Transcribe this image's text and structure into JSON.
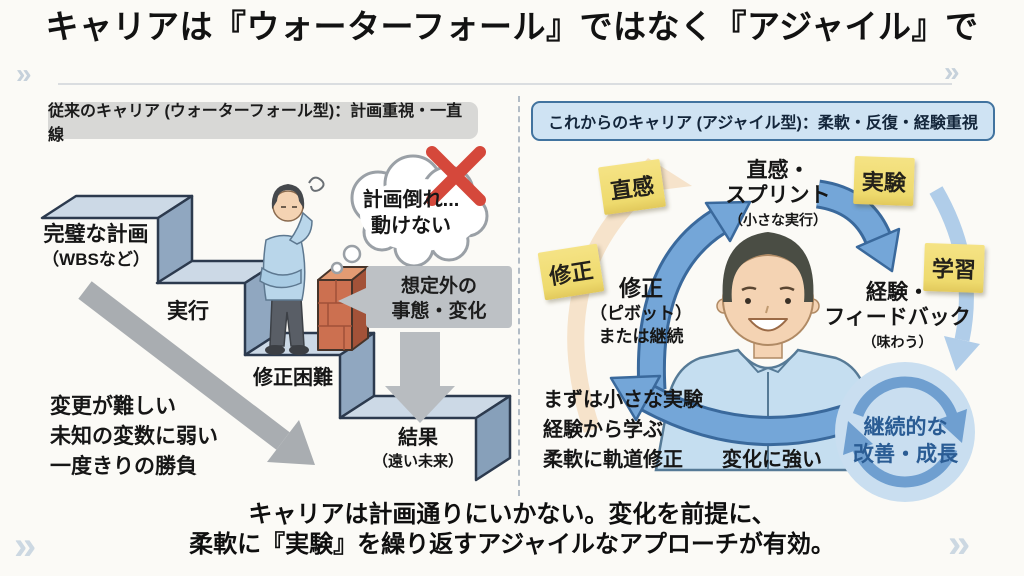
{
  "title": "キャリアは『ウォーターフォール』ではなく『アジャイル』で",
  "icons": {
    "double_chevron": "»"
  },
  "colors": {
    "accent_blue": "#74a6d8",
    "sticky_yellow": "#f1dd74",
    "error_red": "#d5483b",
    "growth_blue": "#2a5c94",
    "gray_arrow": "#a9adb1"
  },
  "left_panel": {
    "header": "従来のキャリア (ウォーターフォール型)：計画重視・一直線",
    "plan_line1": "完璧な計画",
    "plan_line2": "（WBSなど）",
    "execute": "実行",
    "fix_difficult": "修正困難",
    "result_line1": "結果",
    "result_line2": "（遠い未来）",
    "bubble_line1": "計画倒れ...",
    "bubble_line2": "動けない",
    "callout_line1": "想定外の",
    "callout_line2": "事態・変化",
    "drawbacks": [
      "変更が難しい",
      "未知の変数に弱い",
      "一度きりの勝負"
    ]
  },
  "right_panel": {
    "header": "これからのキャリア (アジャイル型)：柔軟・反復・経験重視",
    "sticky_notes": [
      "直感",
      "実験",
      "学習",
      "修正"
    ],
    "sprint_line1": "直感・",
    "sprint_line2": "スプリント",
    "sprint_line3": "（小さな実行）",
    "feedback_line1": "経験・",
    "feedback_line2": "フィードバック",
    "feedback_line3": "（味わう）",
    "pivot_line1": "修正",
    "pivot_line2": "（ピボット）",
    "pivot_line3": "または継続",
    "benefits": [
      "まずは小さな実験",
      "経験から学ぶ",
      "柔軟に軌道修正"
    ],
    "strong_change": "変化に強い",
    "growth_line1": "継続的な",
    "growth_line2": "改善・成長"
  },
  "footer": {
    "line1": "キャリアは計画通りにいかない。変化を前提に、",
    "line2": "柔軟に『実験』を繰り返すアジャイルなアプローチが有効。"
  }
}
